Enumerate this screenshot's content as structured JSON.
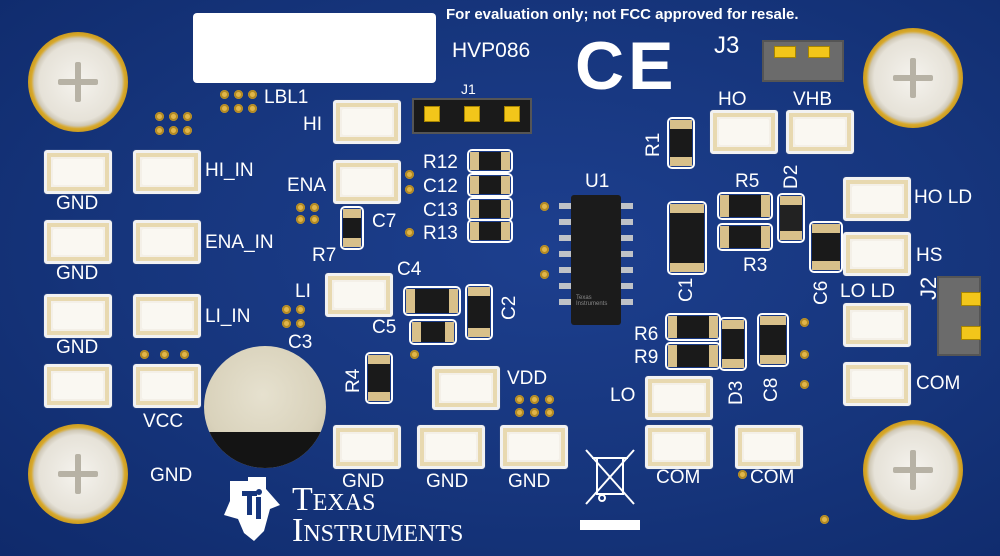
{
  "board": {
    "disclaimer": "For evaluation only; not FCC approved for resale.",
    "part_number": "HVP086",
    "ce_mark": "CE",
    "label_ref": "LBL1",
    "brand_line1": "Texas",
    "brand_line2": "Instruments",
    "ic_ref": "U1",
    "ic_marking": "Texas Instruments"
  },
  "connectors": {
    "j1": "J1",
    "j2": "J2",
    "j3": "J3"
  },
  "test_points": {
    "hi": "HI",
    "ena": "ENA",
    "li": "LI",
    "hi_in": "HI_IN",
    "ena_in": "ENA_IN",
    "li_in": "LI_IN",
    "vcc": "VCC",
    "gnd": "GND",
    "vdd": "VDD",
    "ho": "HO",
    "vhb": "VHB",
    "ho_ld": "HO LD",
    "hs": "HS",
    "lo_ld": "LO LD",
    "com": "COM",
    "lo": "LO"
  },
  "refdes": {
    "r1": "R1",
    "r3": "R3",
    "r4": "R4",
    "r5": "R5",
    "r6": "R6",
    "r7": "R7",
    "r9": "R9",
    "r12": "R12",
    "r13": "R13",
    "c1": "C1",
    "c2": "C2",
    "c3": "C3",
    "c4": "C4",
    "c5": "C5",
    "c6": "C6",
    "c7": "C7",
    "c8": "C8",
    "c12": "C12",
    "c13": "C13",
    "d2": "D2",
    "d3": "D3"
  },
  "colors": {
    "pcb": "#16357c",
    "silkscreen": "#ffffff",
    "gold": "#e1b64a",
    "header_pin": "#f2c61a"
  }
}
